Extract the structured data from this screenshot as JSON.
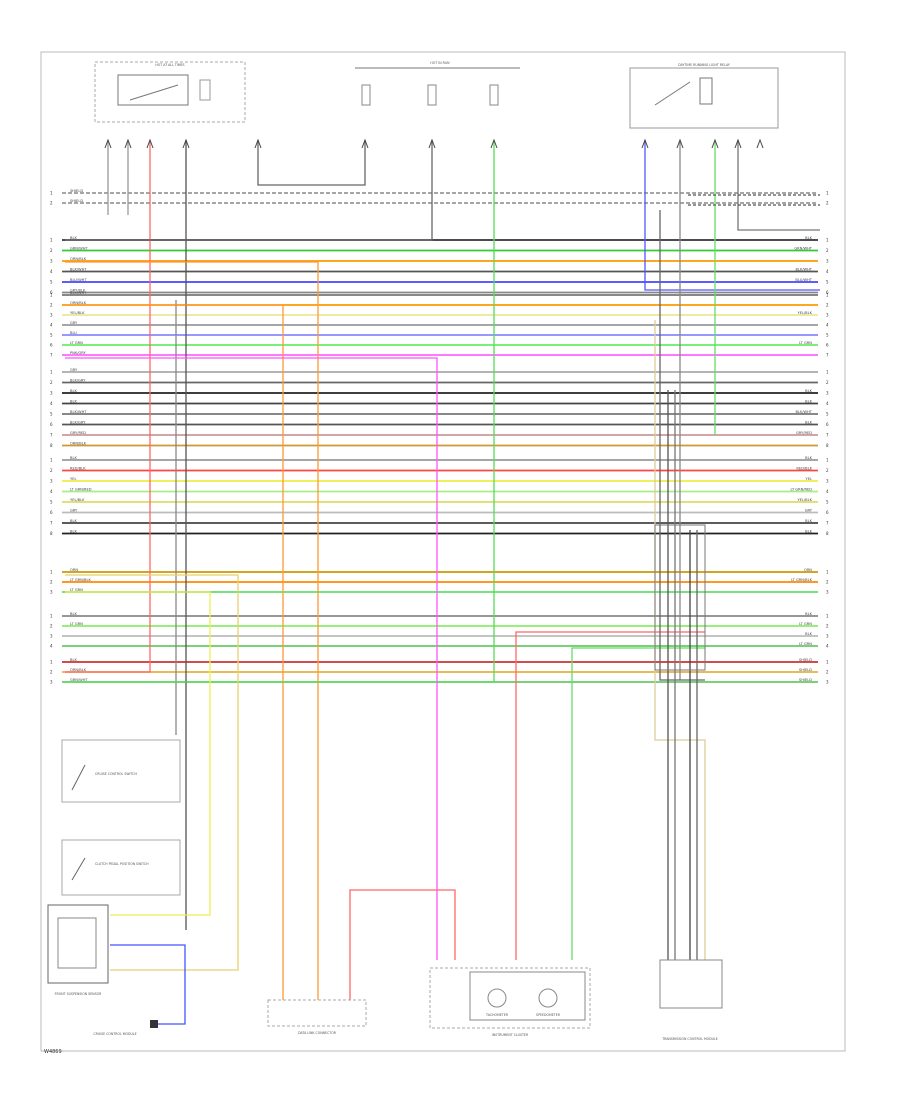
{
  "diagram": {
    "footer_code": "W4869",
    "bus_groups": [
      {
        "rows": [
          {
            "left": "SHIELD",
            "color": "#9a9a9a",
            "dashed": true,
            "pin": "1"
          },
          {
            "left": "SHIELD",
            "color": "#9a9a9a",
            "dashed": true,
            "pin": "2"
          }
        ]
      },
      {
        "rows": [
          {
            "left": "BLK",
            "right": "BLK",
            "color": "#333333",
            "pin": "1"
          },
          {
            "left": "GRN/WHT",
            "right": "GRN/WHT",
            "color": "#33cc33",
            "pin": "2"
          },
          {
            "left": "ORN/BLK",
            "right": "",
            "color": "#ff9900",
            "pin": "3"
          },
          {
            "left": "BLK/WHT",
            "right": "BLK/WHT",
            "color": "#555555",
            "pin": "4"
          },
          {
            "left": "BLU/WHT",
            "right": "BLU/WHT",
            "color": "#4444ff",
            "pin": "5"
          },
          {
            "left": "GRY/BLK",
            "right": "",
            "color": "#888888",
            "pin": "6"
          }
        ]
      },
      {
        "rows": [
          {
            "left": "BLK/WHT",
            "right": "",
            "color": "#777777",
            "pin": "1"
          },
          {
            "left": "ORN/BLK",
            "right": "",
            "color": "#ff9900",
            "pin": "2"
          },
          {
            "left": "YEL/BLK",
            "right": "YEL/BLK",
            "color": "#e8e89a",
            "pin": "3"
          },
          {
            "left": "GRY",
            "right": "",
            "color": "#999999",
            "pin": "4"
          },
          {
            "left": "BLU",
            "right": "",
            "color": "#8888ff",
            "pin": "5"
          },
          {
            "left": "LT GRN",
            "right": "LT GRN",
            "color": "#66ee66",
            "pin": "6"
          },
          {
            "left": "PNK/GRY",
            "right": "",
            "color": "#ff66ff",
            "pin": "7"
          }
        ]
      },
      {
        "rows": [
          {
            "left": "GRY",
            "right": "",
            "color": "#aaaaaa",
            "pin": "1"
          },
          {
            "left": "BLK/GRY",
            "right": "",
            "color": "#666666",
            "pin": "2"
          },
          {
            "left": "BLK",
            "right": "BLK",
            "color": "#222222",
            "pin": "3"
          },
          {
            "left": "BLK",
            "right": "BLK",
            "color": "#444444",
            "pin": "4"
          },
          {
            "left": "BLK/WHT",
            "right": "BLK/WHT",
            "color": "#777777",
            "pin": "5"
          },
          {
            "left": "BLK/GRY",
            "right": "BLK",
            "color": "#555555",
            "pin": "6"
          },
          {
            "left": "GRY/RED",
            "right": "GRY/RED",
            "color": "#cc9999",
            "pin": "7"
          },
          {
            "left": "ORN/BLK",
            "right": "",
            "color": "#cc9933",
            "pin": "8"
          }
        ]
      },
      {
        "rows": [
          {
            "left": "BLK",
            "right": "BLK",
            "color": "#999999",
            "pin": "1"
          },
          {
            "left": "RED/BLK",
            "right": "RED/BLK",
            "color": "#ff4444",
            "pin": "2"
          },
          {
            "left": "YEL",
            "right": "YEL",
            "color": "#eeee44",
            "pin": "3"
          },
          {
            "left": "LT GRN/RED",
            "right": "LT GRN/RED",
            "color": "#aaee88",
            "pin": "4"
          },
          {
            "left": "YEL/BLK",
            "right": "YEL/BLK",
            "color": "#dddd66",
            "pin": "5"
          },
          {
            "left": "GRY",
            "right": "GRY",
            "color": "#bbbbbb",
            "pin": "6"
          },
          {
            "left": "BLK",
            "right": "BLK",
            "color": "#444444",
            "pin": "7"
          },
          {
            "left": "BLK",
            "right": "BLK",
            "color": "#222222",
            "pin": "8"
          }
        ]
      },
      {
        "rows": [
          {
            "left": "ORN",
            "right": "ORN",
            "color": "#cc9900",
            "pin": "1"
          },
          {
            "left": "LT GRN/BLK",
            "right": "LT GRN/BLK",
            "color": "#ff8800",
            "pin": "2"
          },
          {
            "left": "LT GRN",
            "right": "",
            "color": "#66dd66",
            "pin": "3"
          }
        ]
      },
      {
        "rows": [
          {
            "left": "BLK",
            "right": "BLK",
            "color": "#888888",
            "pin": "1"
          },
          {
            "left": "LT GRN",
            "right": "LT GRN",
            "color": "#88ee66",
            "pin": "2"
          },
          {
            "left": "",
            "right": "BLK",
            "color": "#bbbbbb",
            "pin": "3"
          },
          {
            "left": "",
            "right": "LT GRN",
            "color": "#66cc66",
            "pin": "4"
          }
        ]
      },
      {
        "rows": [
          {
            "left": "BLK",
            "right": "SHIELD",
            "color": "#cc3333",
            "pin": "1"
          },
          {
            "left": "ORN/BLK",
            "right": "SHIELD",
            "color": "#e8b040",
            "pin": "2"
          },
          {
            "left": "GRN/WHT",
            "right": "SHIELD",
            "color": "#66cc66",
            "pin": "3"
          }
        ]
      }
    ],
    "components": {
      "top_left_fuse_box": "HOT AT ALL TIMES",
      "top_center_fuse": "HOT IN RUN",
      "top_right_box": "DAYTIME RUNNING LIGHT RELAY",
      "cruise_switch": "CRUISE CONTROL SWITCH",
      "clutch_switch": "CLUTCH PEDAL POSITION SWITCH",
      "sensor_box": "FRONT SUSPENSION SENSOR",
      "cruise_module": "CRUISE CONTROL MODULE",
      "bottom_connector_a": "DATA LINK CONNECTOR",
      "instrument_cluster": "INSTRUMENT CLUSTER",
      "tach_label": "TACHOMETER",
      "speedo_label": "SPEEDOMETER",
      "bottom_right_module": "TRANSMISSION CONTROL MODULE"
    }
  }
}
